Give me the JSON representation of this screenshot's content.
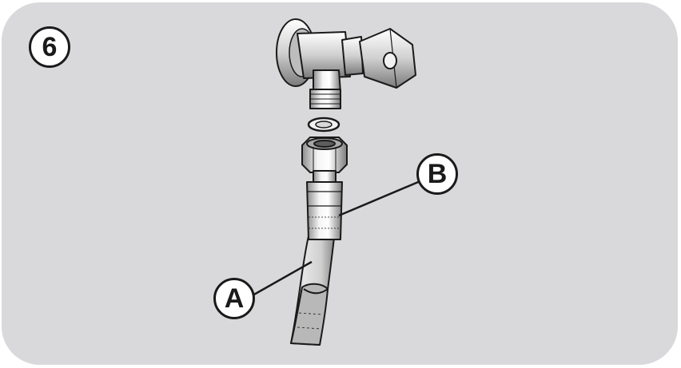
{
  "step_number": "6",
  "callouts": {
    "a": "A",
    "b": "B"
  },
  "colors": {
    "panel": "#d9d9db",
    "ink": "#1a1a1a",
    "metal_light": "#f2f2f2",
    "metal_dark": "#8c8c8c"
  },
  "parts": {
    "a": "hose-icon",
    "b": "fitting-icon"
  }
}
